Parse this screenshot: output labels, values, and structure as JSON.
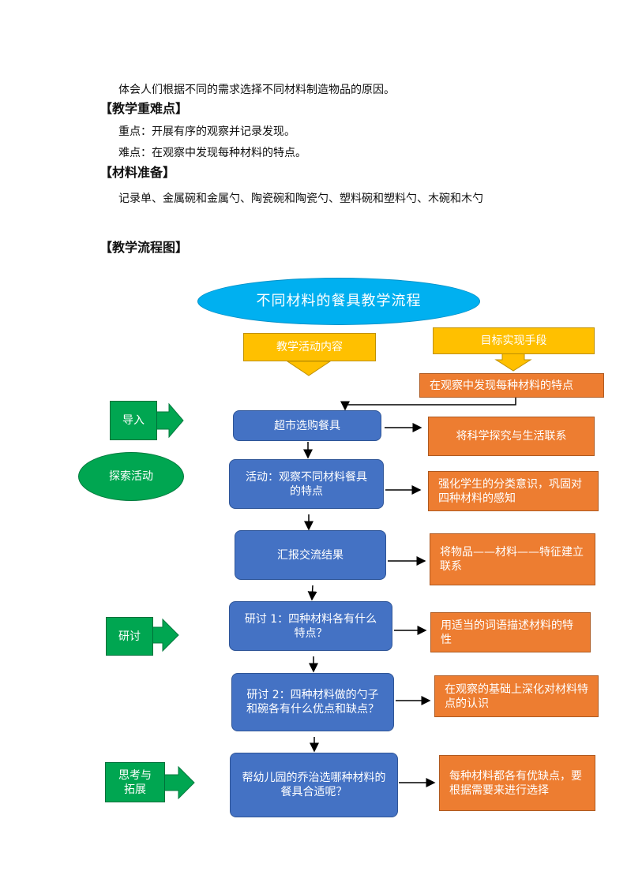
{
  "doc": {
    "line1": "体会人们根据不同的需求选择不同材料制造物品的原因。",
    "heading_key": "【教学重难点】",
    "key_point": "重点：开展有序的观察并记录发现。",
    "difficult_point": "难点：在观察中发现每种材料的特点。",
    "heading_materials": "【材料准备】",
    "materials": "记录单、金属碗和金属勺、陶瓷碗和陶瓷勺、塑料碗和塑料勺、木碗和木勺",
    "heading_flow": "【教学流程图】"
  },
  "flow": {
    "title": "不同材料的餐具教学流程",
    "col_content": "教学活动内容",
    "col_means": "目标实现手段",
    "goal": "在观察中发现每种材料的特点",
    "stages": {
      "intro": "导入",
      "explore": "探索活动",
      "discuss": "研讨",
      "extend_line1": "思考与",
      "extend_line2": "拓展"
    },
    "activities": {
      "a1": "超市选购餐具",
      "a2": "活动：观察不同材料餐具的特点",
      "a3": "汇报交流结果",
      "a4": "研讨 1：四种材料各有什么特点？",
      "a5": "研讨 2：四种材料做的勺子和碗各有什么优点和缺点？",
      "a6": "帮幼儿园的乔治选哪种材料的餐具合适呢？"
    },
    "means": {
      "m1": "将科学探究与生活联系",
      "m2": "强化学生的分类意识，巩固对四种材料的感知",
      "m3": "将物品——材料——特征建立联系",
      "m4": "用适当的词语描述材料的特性",
      "m5": "在观察的基础上深化对材料特点的认识",
      "m6": "每种材料都各有优缺点，要根据需要来进行选择"
    }
  }
}
